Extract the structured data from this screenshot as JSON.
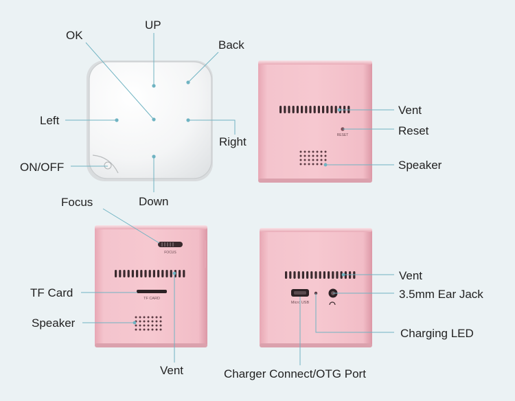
{
  "labels": {
    "ok": "OK",
    "up": "UP",
    "back": "Back",
    "left": "Left",
    "right": "Right",
    "on_off": "ON/OFF",
    "down": "Down",
    "vent_top": "Vent",
    "reset": "Reset",
    "speaker_top": "Speaker",
    "focus": "Focus",
    "tf_card": "TF Card",
    "speaker_bottom": "Speaker",
    "vent_bottom_left": "Vent",
    "vent_bottom_right": "Vent",
    "ear_jack": "3.5mm Ear Jack",
    "charging_led": "Charging LED",
    "charger_port": "Charger Connect/OTG Port"
  },
  "device_text": {
    "reset_print": "RESET",
    "focus_print": "FOCUS",
    "tf_card_print": "TF CARD",
    "micro_usb_print": "Micro USB"
  },
  "colors": {
    "background": "#ebf2f4",
    "pink_body": "#f0b9c3",
    "pink_edge": "#d48f9c",
    "leader_line": "#6fb3c2",
    "label_text": "#222222"
  }
}
